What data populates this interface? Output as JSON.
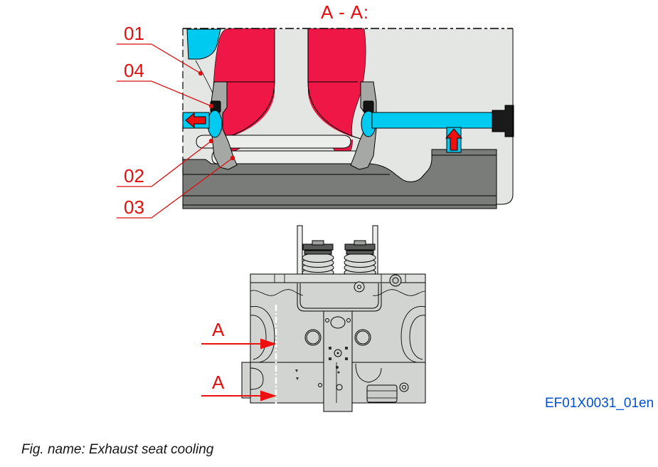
{
  "section_view": {
    "title": "A - A:",
    "callouts": {
      "c01": {
        "label": "01"
      },
      "c04": {
        "label": "04"
      },
      "c02": {
        "label": "02"
      },
      "c03": {
        "label": "03"
      }
    }
  },
  "elevation_view": {
    "marker_upper": "A",
    "marker_lower": "A"
  },
  "figure_code": "EF01X0031_01en",
  "caption": "Fig. name: Exhaust seat cooling",
  "colors": {
    "hot_red": "#EF1745",
    "coolant_cyan": "#00CAF0",
    "arrow_red": "#EC1010",
    "label_red": "#E50E0E",
    "leader_red": "#D81010",
    "code_blue": "#0052CC",
    "body_gray": "#E4E6E4",
    "head_gray": "#D2D4D2",
    "seat_gray": "#A6A8A6",
    "base_gray": "#7A7C7A"
  },
  "icons": {
    "flow_out_arrow": "coolant-flow-left",
    "flow_in_arrow": "coolant-flow-up"
  }
}
